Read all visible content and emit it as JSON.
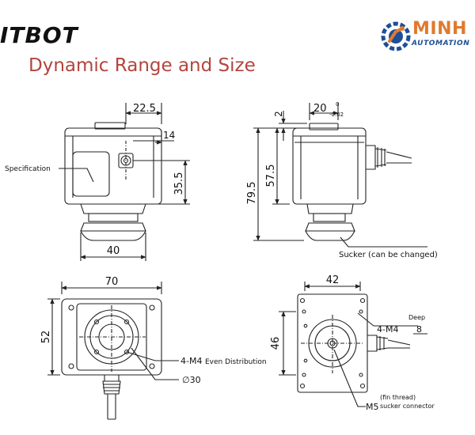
{
  "header": {
    "brand_left": "ITBOT",
    "title": "Dynamic Range and Size",
    "logo_top": "MINH",
    "logo_bottom": "AUTOMATION",
    "logo_icon": "gear-arm-icon"
  },
  "drawing": {
    "front": {
      "dim_width_top": "22.5",
      "dim_offset": "14",
      "dim_height_port": "35.5",
      "dim_base": "40",
      "label_specification": "Specification"
    },
    "side": {
      "dim_width": "20",
      "tol_upper": "0",
      "tol_lower": "-0.02",
      "dim_top": "2",
      "dim_body": "57.5",
      "dim_total": "79.5",
      "label_sucker": "Sucker (can be changed)"
    },
    "bottom_left": {
      "dim_width": "70",
      "dim_height": "52",
      "label_holes": "4-M4",
      "label_holes_note": "Even Distribution",
      "label_dia": "∅30"
    },
    "bottom_right": {
      "dim_width": "42",
      "dim_height": "46",
      "label_holes": "4-M4",
      "label_deep": "Deep",
      "label_depth": "8",
      "label_m5": "M5",
      "label_m5_note1": "(fin thread)",
      "label_m5_note2": "sucker connector"
    }
  }
}
